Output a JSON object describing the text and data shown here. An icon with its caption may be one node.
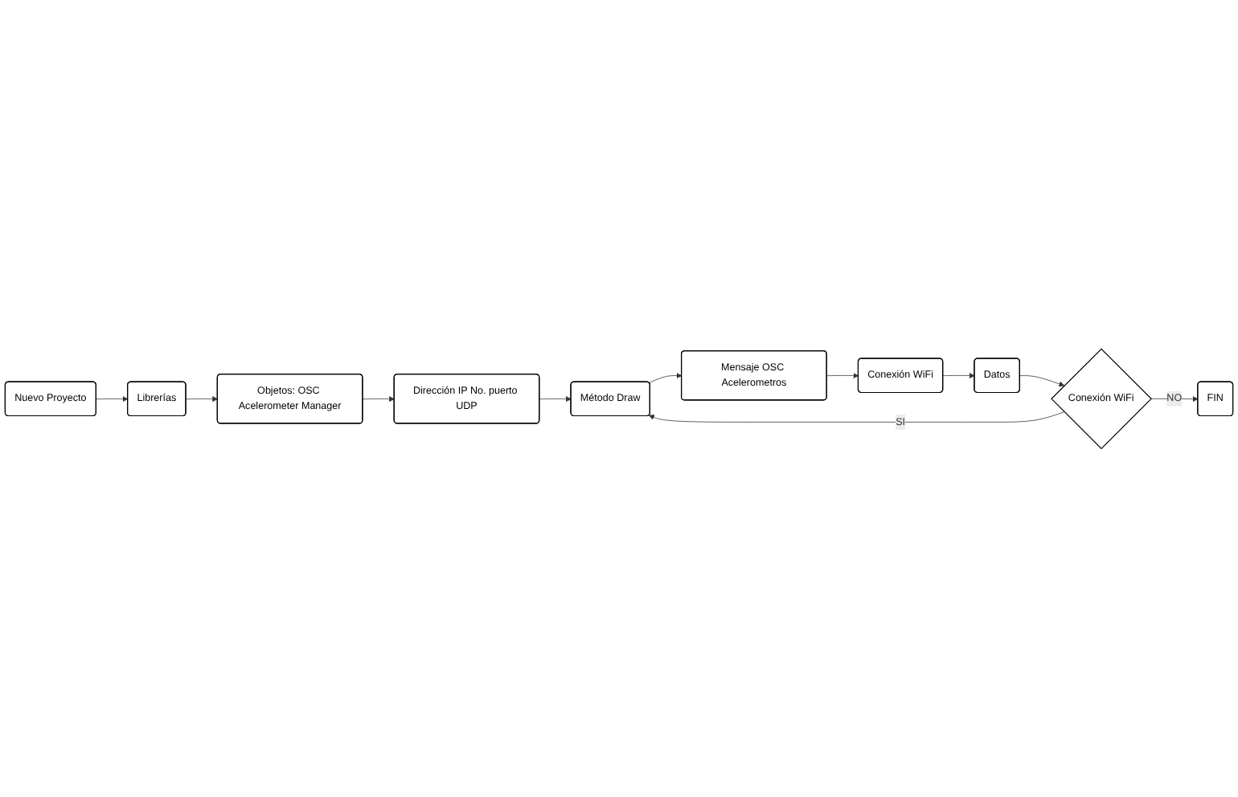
{
  "diagram": {
    "nodes": [
      {
        "text": [
          "Nuevo Proyecto"
        ]
      },
      {
        "text": [
          "Librerías"
        ]
      },
      {
        "text": [
          "Objetos: OSC Acelerometer Manager"
        ]
      },
      {
        "text": [
          "Dirección IP No. puerto UDP"
        ]
      },
      {
        "text": [
          "Método Draw"
        ]
      },
      {
        "text": [
          "Mensaje OSC Acelerometros"
        ]
      },
      {
        "text": [
          "Conexión WiFi"
        ]
      },
      {
        "text": [
          "Datos"
        ]
      },
      {
        "text": [
          "Conexión WiFi"
        ]
      },
      {
        "text": [
          "FIN"
        ]
      }
    ],
    "edges": [
      {
        "from": 0,
        "to": 1,
        "arrow": "to"
      },
      {
        "from": 1,
        "to": 2,
        "arrow": "to"
      },
      {
        "from": 2,
        "to": 3,
        "arrow": "to"
      },
      {
        "from": 3,
        "to": 4,
        "arrow": "to"
      },
      {
        "from": 4,
        "to": 5,
        "arrow": "to"
      },
      {
        "from": 5,
        "to": 6,
        "arrow": "to"
      },
      {
        "from": 6,
        "to": 7,
        "arrow": "to"
      },
      {
        "from": 7,
        "to": 8,
        "arrow": "to"
      },
      {
        "from": 8,
        "to": 4,
        "label": "SI",
        "arrow": "to"
      },
      {
        "from": 8,
        "to": 9,
        "label": "NO",
        "arrow": "to"
      }
    ]
  }
}
